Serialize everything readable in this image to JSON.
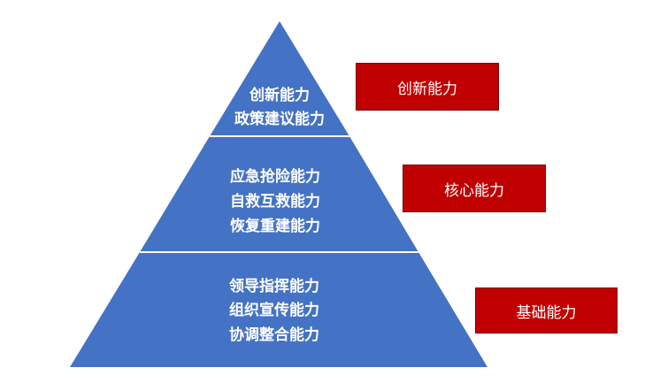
{
  "pyramid": {
    "fill_color": "#4472c4",
    "divider_color": "#ffffff",
    "tiers": [
      {
        "name": "top",
        "lines": [
          "创新能力",
          "政策建议能力"
        ]
      },
      {
        "name": "middle",
        "lines": [
          "应急抢险能力",
          "自救互救能力",
          "恢复重建能力"
        ]
      },
      {
        "name": "bottom",
        "lines": [
          "领导指挥能力",
          "组织宣传能力",
          "协调整合能力"
        ]
      }
    ]
  },
  "tags": {
    "color": "#c00000",
    "top": "创新能力",
    "middle": "核心能力",
    "bottom": "基础能力"
  }
}
